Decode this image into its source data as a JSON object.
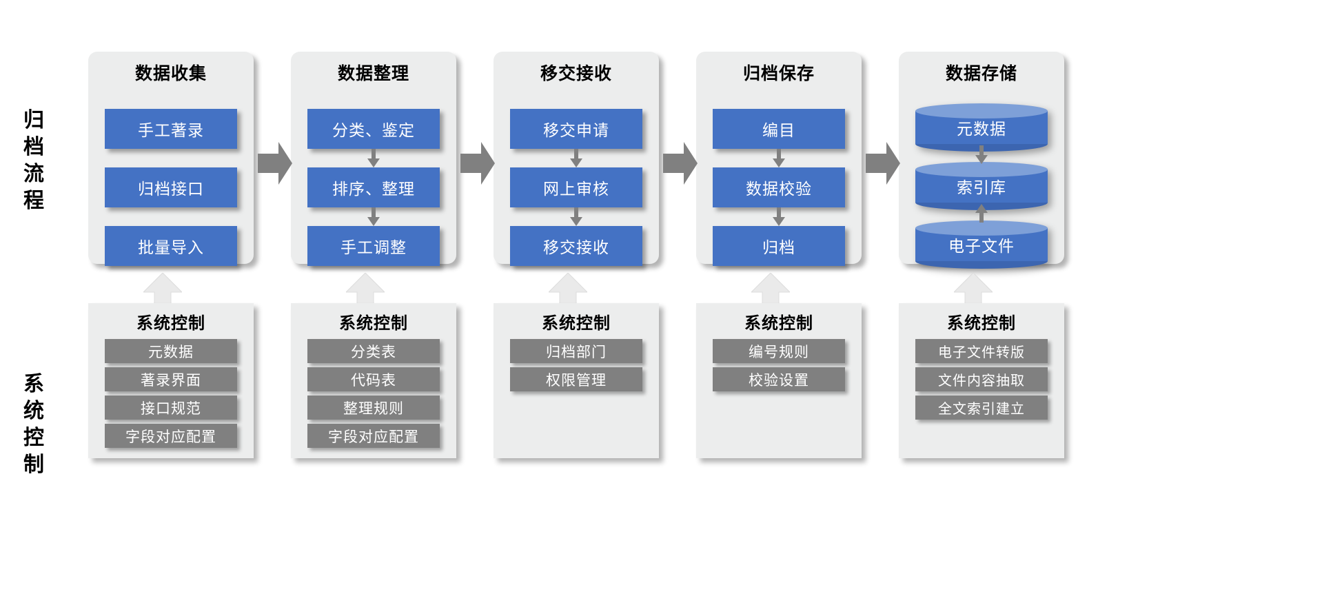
{
  "row_labels": {
    "flow": "归档流程",
    "control": "系统控制"
  },
  "control_title": "系统控制",
  "columns": [
    {
      "title": "数据收集",
      "shape": "rect",
      "internal_arrows": false,
      "steps": [
        "手工著录",
        "归档接口",
        "批量导入"
      ],
      "control_items": [
        "元数据",
        "著录界面",
        "接口规范",
        "字段对应配置"
      ]
    },
    {
      "title": "数据整理",
      "shape": "rect",
      "internal_arrows": true,
      "steps": [
        "分类、鉴定",
        "排序、整理",
        "手工调整"
      ],
      "control_items": [
        "分类表",
        "代码表",
        "整理规则",
        "字段对应配置"
      ]
    },
    {
      "title": "移交接收",
      "shape": "rect",
      "internal_arrows": true,
      "steps": [
        "移交申请",
        "网上审核",
        "移交接收"
      ],
      "control_items": [
        "归档部门",
        "权限管理"
      ]
    },
    {
      "title": "归档保存",
      "shape": "rect",
      "internal_arrows": true,
      "steps": [
        "编目",
        "数据校验",
        "归档"
      ],
      "control_items": [
        "编号规则",
        "校验设置"
      ]
    },
    {
      "title": "数据存储",
      "shape": "cylinder",
      "internal_arrows": true,
      "arrow_directions": [
        "down",
        "up"
      ],
      "steps": [
        "元数据",
        "索引库",
        "电子文件"
      ],
      "control_items": [
        "电子文件转版",
        "文件内容抽取",
        "全文索引建立"
      ]
    }
  ],
  "colors": {
    "accent_blue": "#4472c4",
    "cylinder_cap": "#7ea0d8",
    "gray_box": "#808080",
    "panel_bg": "#eceded",
    "arrow_gray": "#808080",
    "flow_arrow_gray": "#a6a6a6"
  }
}
